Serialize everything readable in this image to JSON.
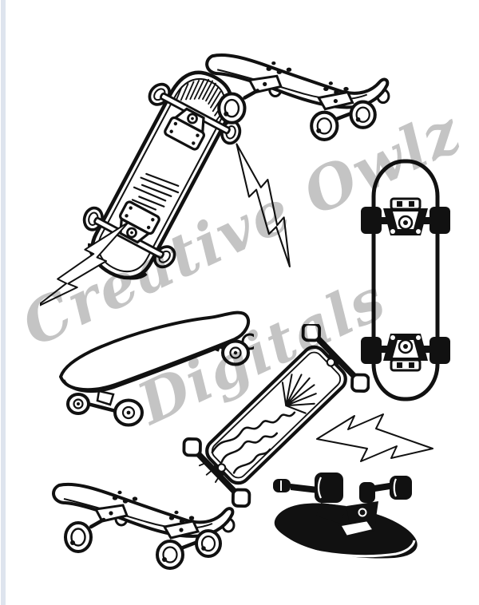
{
  "page": {
    "description": "Black-and-white skateboard clipart coloring sheet",
    "background_color": "#ffffff",
    "ink_color": "#111111",
    "edge_strip_color": "#dee4ee"
  },
  "watermark": {
    "line1": "Creative Owlz",
    "line2": "Digitals",
    "color": "#c4c4c4"
  },
  "illustrations": [
    {
      "name": "tilted-underside-skateboard",
      "position": "top-left"
    },
    {
      "name": "side-view-skateboard",
      "position": "top-right"
    },
    {
      "name": "vertical-deck-skateboard",
      "position": "middle-right"
    },
    {
      "name": "lightning-bolt",
      "position": "upper-center"
    },
    {
      "name": "lightning-bolt",
      "position": "middle-left"
    },
    {
      "name": "cruiser-skateboard",
      "position": "center-left"
    },
    {
      "name": "flame-longboard",
      "position": "center"
    },
    {
      "name": "lightning-bolt",
      "position": "lower-right"
    },
    {
      "name": "side-view-skateboard",
      "position": "bottom-left"
    },
    {
      "name": "black-silhouette-skateboard",
      "position": "bottom-right"
    }
  ]
}
